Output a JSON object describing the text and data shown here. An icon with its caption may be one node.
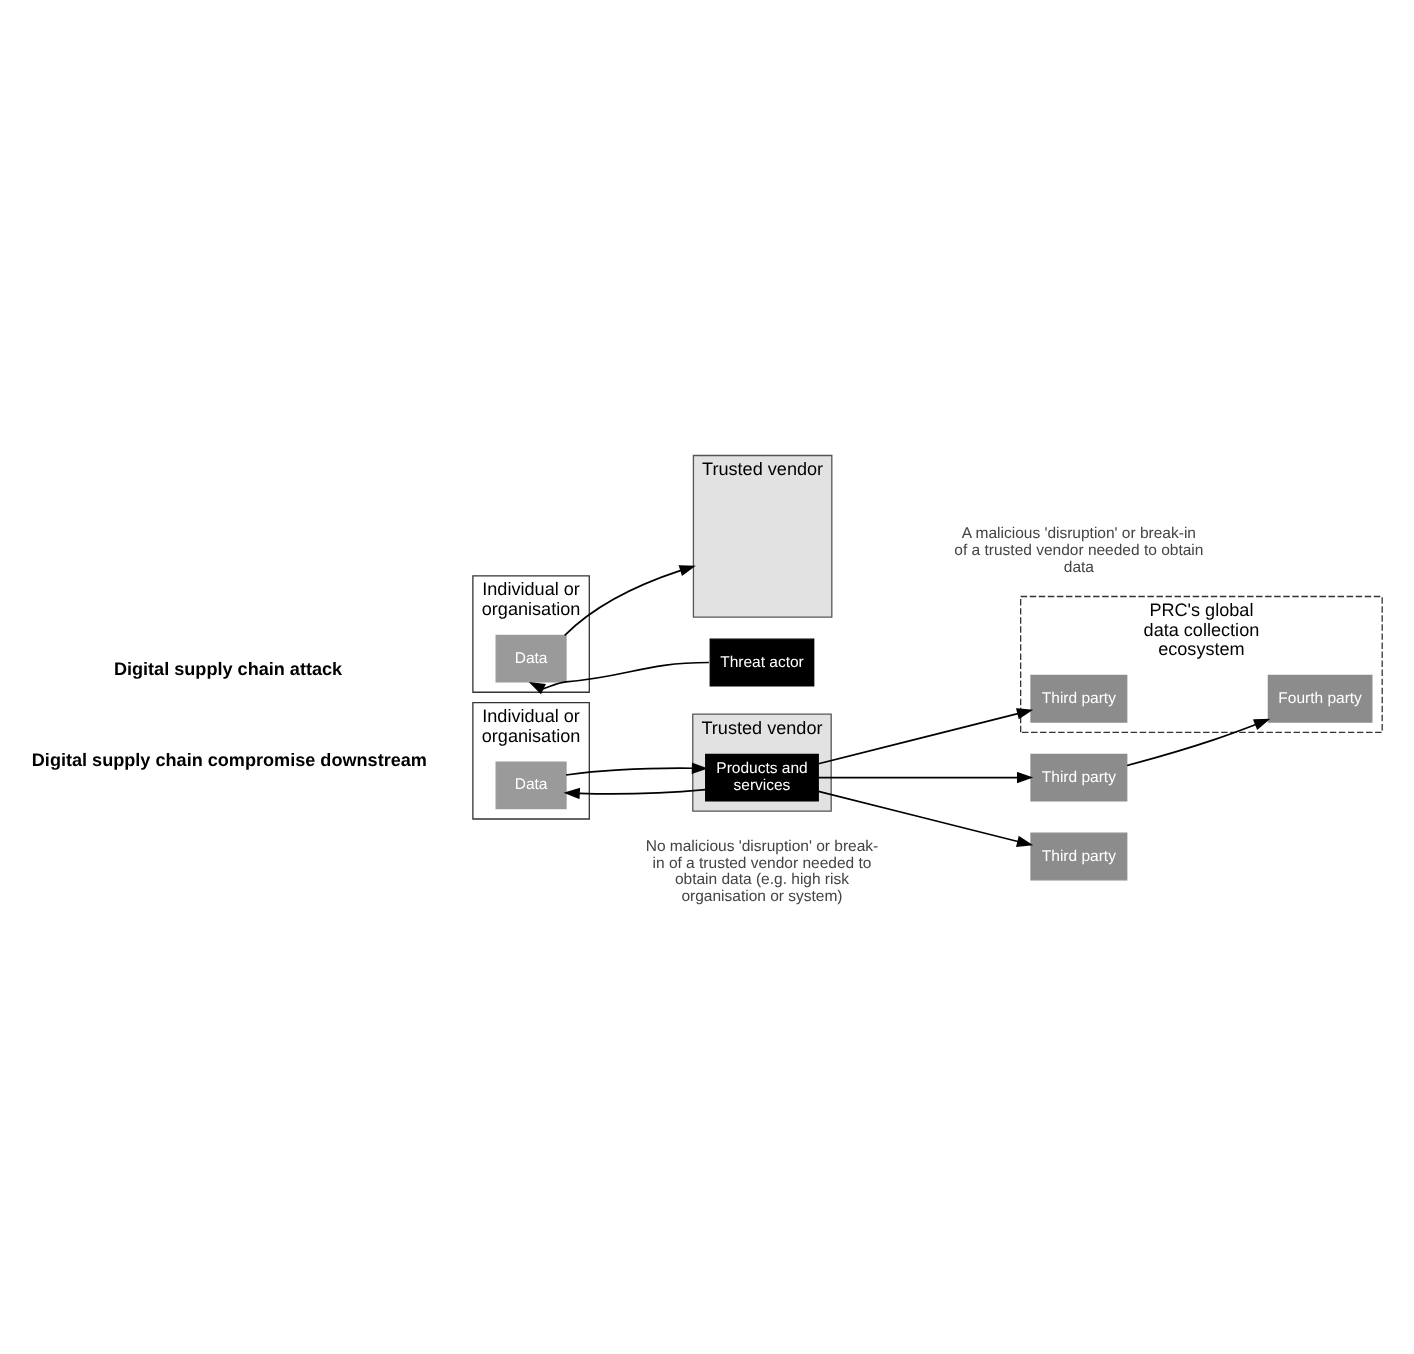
{
  "diagram": {
    "nodes": [
      {
        "text": [
          "Individual or organisation"
        ]
      },
      {
        "text": [
          "Data"
        ],
        "in": 0
      },
      {
        "text": [
          "Trusted vendor"
        ]
      },
      {
        "text": [
          "Threat actor"
        ]
      },
      {
        "text": [
          "Individual or organisation"
        ]
      },
      {
        "text": [
          "Data"
        ],
        "in": 4
      },
      {
        "text": [
          "Trusted vendor"
        ]
      },
      {
        "text": [
          "Products and services"
        ],
        "in": 6
      },
      {
        "text": [
          "PRC's global data collection ecosystem"
        ]
      },
      {
        "text": [
          "Third party"
        ],
        "in": 8
      },
      {
        "text": [
          "Fourth party"
        ],
        "in": 8
      },
      {
        "text": [
          "Third party"
        ]
      },
      {
        "text": [
          "Third party"
        ]
      }
    ],
    "edges": [
      {
        "from": 1,
        "to": 2,
        "arrow": "to"
      },
      {
        "from": 3,
        "to": 1,
        "arrow": "to"
      },
      {
        "from": 5,
        "to": 7,
        "arrow": "to"
      },
      {
        "from": 7,
        "to": 5,
        "arrow": "to"
      },
      {
        "from": 7,
        "to": 9,
        "arrow": "to"
      },
      {
        "from": 7,
        "to": 11,
        "arrow": "to"
      },
      {
        "from": 7,
        "to": 12,
        "arrow": "to"
      },
      {
        "from": 11,
        "to": 10,
        "arrow": "to"
      }
    ],
    "labels": [
      "Digital supply chain attack",
      "A malicious 'disruption' or break-in of a trusted vendor needed to obtain data",
      "Digital supply chain compromise downstream",
      "No malicious 'disruption' or break-in of a trusted vendor needed to obtain data (e.g. high risk organisation or system)"
    ]
  }
}
